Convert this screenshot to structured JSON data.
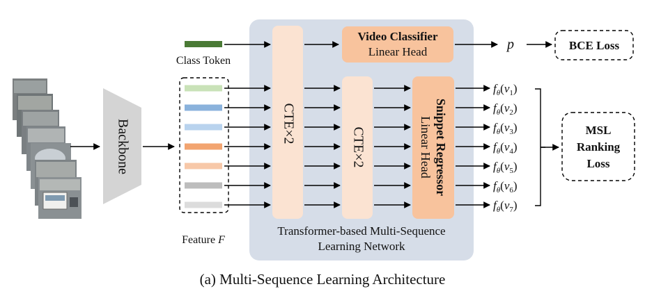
{
  "caption": "(a) Multi-Sequence Learning Architecture",
  "backbone": {
    "label": "Backbone"
  },
  "class_token": {
    "label": "Class Token"
  },
  "feature": {
    "label": "Feature",
    "symbol": "F"
  },
  "network": {
    "label_line1": "Transformer-based Multi-Sequence",
    "label_line2": "Learning Network",
    "cte1": "CTE×2",
    "cte2": "CTE×2",
    "video_classifier": {
      "title": "Video Classifier",
      "subtitle": "Linear Head"
    },
    "snippet_regressor": {
      "title": "Snippet Regressor",
      "subtitle": "Linear Head"
    }
  },
  "output_p": "p",
  "bce_loss": "BCE Loss",
  "msl_loss": {
    "line1": "MSL",
    "line2": "Ranking",
    "line3": "Loss"
  },
  "snippet_outputs": [
    {
      "func": "f",
      "sub": "θ",
      "var": "v",
      "idx": "1"
    },
    {
      "func": "f",
      "sub": "θ",
      "var": "v",
      "idx": "2"
    },
    {
      "func": "f",
      "sub": "θ",
      "var": "v",
      "idx": "3"
    },
    {
      "func": "f",
      "sub": "θ",
      "var": "v",
      "idx": "4"
    },
    {
      "func": "f",
      "sub": "θ",
      "var": "v",
      "idx": "5"
    },
    {
      "func": "f",
      "sub": "θ",
      "var": "v",
      "idx": "6"
    },
    {
      "func": "f",
      "sub": "θ",
      "var": "v",
      "idx": "7"
    }
  ],
  "colors": {
    "class_token": "#4a7a35",
    "feature_tokens": [
      "#c9e2b8",
      "#8ab2dc",
      "#b9d3ee",
      "#f2a470",
      "#f7c8a8",
      "#bdbdbd",
      "#dcdcdc"
    ],
    "network_bg": "#d6dde8",
    "cte_fill": "#fbe3d2",
    "head_fill": "#f8c39d",
    "backbone_fill": "#d4d4d4"
  }
}
